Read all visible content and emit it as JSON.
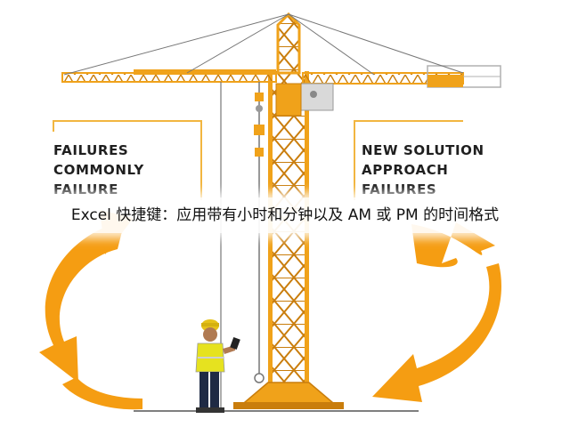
{
  "title": "Excel 快捷键：应用带有小时和分钟以及 AM 或 PM 的时间格式",
  "labels": {
    "left": [
      "FAILURES",
      "COMMONLY",
      "FAILURE"
    ],
    "right": [
      "NEW SOLUTION",
      "APPROACH",
      "FAILURES"
    ]
  },
  "colors": {
    "crane": "#f0a21a",
    "crane_dark": "#c97d0c",
    "arrow": "#f59d12",
    "vest": "#e6e21f",
    "bracket": "#f2b640",
    "text": "#1f1f1f"
  }
}
